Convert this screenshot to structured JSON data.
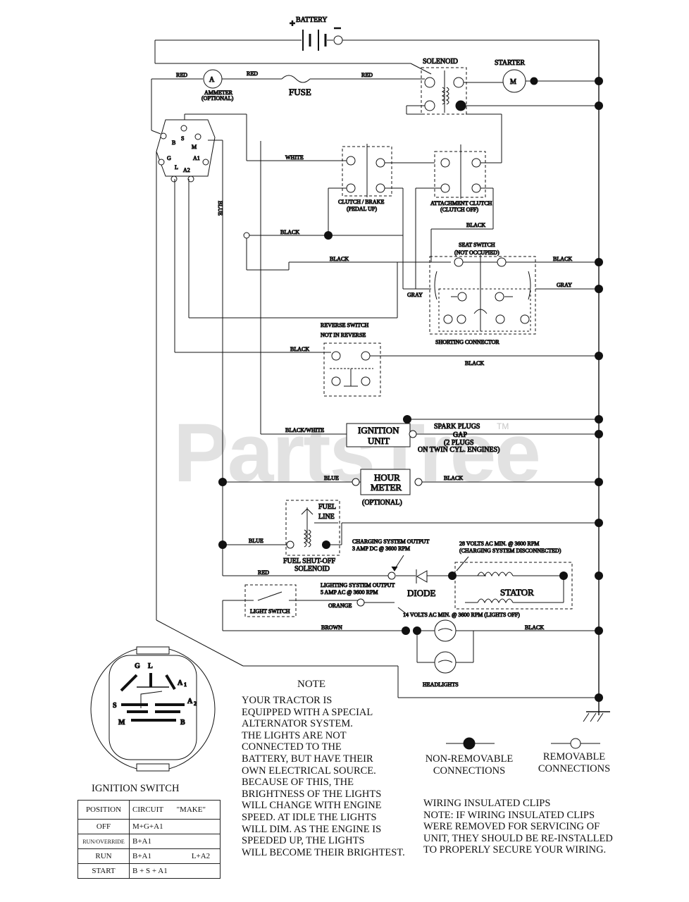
{
  "components": {
    "battery": "BATTERY",
    "solenoid": "SOLENOID",
    "starter": "STARTER",
    "starter_symbol": "M",
    "ammeter_symbol": "A",
    "ammeter_line1": "AMMETER",
    "ammeter_line2": "(OPTIONAL)",
    "fuse": "FUSE",
    "clutch_line1": "CLUTCH / BRAKE",
    "clutch_line2": "(PEDAL UP)",
    "attach_line1": "ATTACHMENT CLUTCH",
    "attach_line2": "(CLUTCH OFF)",
    "seat_line1": "SEAT SWITCH",
    "seat_line2": "(NOT OCCUPIED)",
    "shorting": "SHORTING CONNECTOR",
    "reverse_line1": "REVERSE SWITCH",
    "reverse_line2": "NOT IN REVERSE",
    "ignition_line1": "IGNITION",
    "ignition_line2": "UNIT",
    "spark_line1": "SPARK PLUGS",
    "spark_line2": "GAP",
    "spark_line3": "(2 PLUGS",
    "spark_line4": "ON TWIN CYL. ENGINES)",
    "hour_line1": "HOUR",
    "hour_line2": "METER",
    "hour_optional": "(OPTIONAL)",
    "fuel_line1": "FUEL",
    "fuel_line2": "LINE",
    "fuel_sol_line1": "FUEL SHUT-OFF",
    "fuel_sol_line2": "SOLENOID",
    "charging_line1": "CHARGING SYSTEM OUTPUT",
    "charging_line2": "3 AMP DC @ 3600 RPM",
    "volts28_line1": "28 VOLTS AC MIN. @ 3600 RPM",
    "volts28_line2": "(CHARGING SYSTEM DISCONNECTED)",
    "lighting_line1": "LIGHTING SYSTEM OUTPUT",
    "lighting_line2": "5 AMP AC @ 3600 RPM",
    "diode": "DIODE",
    "stator": "STATOR",
    "volts14": "14 VOLTS AC MIN. @ 3600 RPM (LIGHTS OFF)",
    "light_switch": "LIGHT SWITCH",
    "headlights": "HEADLIGHTS"
  },
  "terminals": {
    "b": "B",
    "s": "S",
    "m": "M",
    "g": "G",
    "l": "L",
    "a1": "A1",
    "a2": "A2"
  },
  "wires": {
    "red1": "RED",
    "red2": "RED",
    "red3": "RED",
    "red4": "RED",
    "white": "WHITE",
    "blue_vert": "BLUE",
    "black1": "BLACK",
    "black2": "BLACK",
    "black3": "BLACK",
    "black4": "BLACK",
    "black5": "BLACK",
    "black6": "BLACK",
    "black7": "BLACK",
    "black8": "BLACK",
    "gray1": "GRAY",
    "gray2": "GRAY",
    "black_white": "BLACK/WHITE",
    "blue1": "BLUE",
    "blue2": "BLUE",
    "orange": "ORANGE",
    "brown": "BROWN"
  },
  "ignition_switch": {
    "letters": {
      "g": "G",
      "l": "L",
      "a1": "A",
      "a1_sub": "1",
      "s": "S",
      "a2": "A",
      "a2_sub": "2",
      "m": "M",
      "b": "B"
    },
    "title": "IGNITION SWITCH",
    "headers": [
      "POSITION",
      "CIRCUIT",
      "\"MAKE\""
    ],
    "rows": [
      {
        "position": "OFF",
        "circuit": "M+G+A1",
        "make": ""
      },
      {
        "position": "RUN/OVERRIDE",
        "circuit": "B+A1",
        "make": ""
      },
      {
        "position": "RUN",
        "circuit": "B+A1",
        "make": "L+A2"
      },
      {
        "position": "START",
        "circuit": "B + S + A1",
        "make": ""
      }
    ]
  },
  "note": {
    "title": "NOTE",
    "lines": [
      "YOUR TRACTOR IS",
      "EQUIPPED WITH A SPECIAL",
      "ALTERNATOR SYSTEM.",
      "THE LIGHTS ARE NOT",
      "CONNECTED TO THE",
      "BATTERY, BUT HAVE THEIR",
      "OWN ELECTRICAL SOURCE.",
      "BECAUSE OF THIS, THE",
      "BRIGHTNESS OF THE LIGHTS",
      "WILL CHANGE WITH ENGINE",
      "SPEED.  AT IDLE THE LIGHTS",
      "WILL DIM.  AS THE ENGINE IS",
      "SPEEDED UP, THE LIGHTS",
      "WILL BECOME THEIR BRIGHTEST."
    ]
  },
  "legend": {
    "nonremovable_line1": "NON-REMOVABLE",
    "nonremovable_line2": "CONNECTIONS",
    "removable_line1": "REMOVABLE",
    "removable_line2": "CONNECTIONS"
  },
  "clips_note": [
    "WIRING INSULATED CLIPS",
    "NOTE:  IF WIRING INSULATED CLIPS",
    "WERE REMOVED FOR SERVICING OF",
    "UNIT, THEY SHOULD BE RE-INSTALLED",
    "TO PROPERLY SECURE YOUR WIRING."
  ],
  "watermark": {
    "brand": "PartsTree",
    "tm": "TM"
  }
}
